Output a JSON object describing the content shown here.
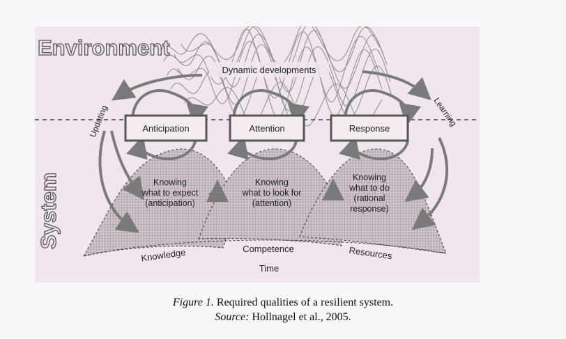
{
  "diagram": {
    "environment_label": "Environment",
    "system_label": "System",
    "dynamic_label": "Dynamic developments",
    "updating_label": "Updating",
    "learning_label": "Learning",
    "boxes": [
      "Anticipation",
      "Attention",
      "Response"
    ],
    "regions": [
      [
        "Knowing",
        "what to expect",
        "(anticipation)"
      ],
      [
        "Knowing",
        "what to look for",
        "(attention)"
      ],
      [
        "Knowing",
        "what to do",
        "(rational",
        "response)"
      ]
    ],
    "bottom_labels": {
      "knowledge": "Knowledge",
      "competence": "Competence",
      "resources": "Resources",
      "time": "Time"
    }
  },
  "caption": {
    "figure_label": "Figure 1.",
    "figure_text": "Required qualities of a resilient system.",
    "source_label": "Source:",
    "source_text": "Hollnagel et al., 2005."
  }
}
